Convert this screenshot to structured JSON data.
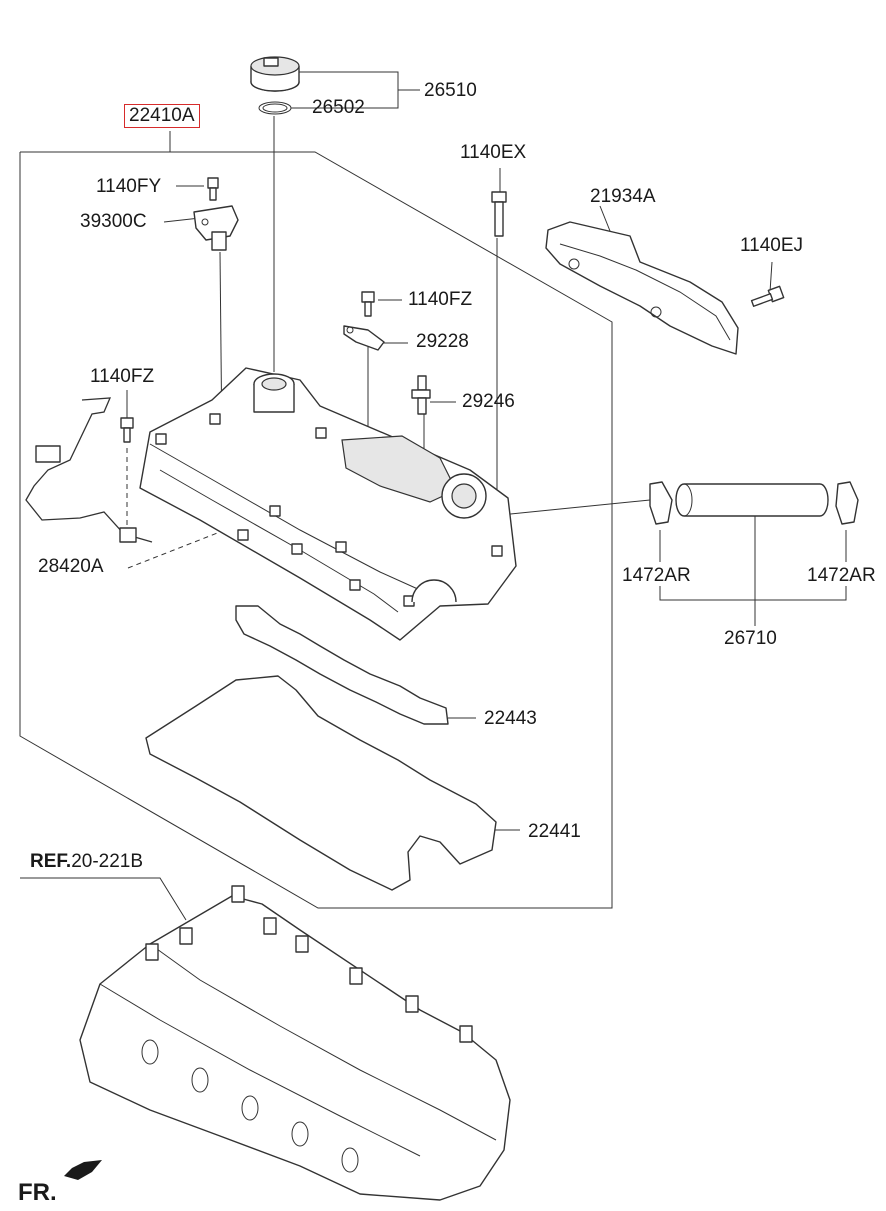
{
  "highlight_color": "#d62b2b",
  "labels": {
    "assembly": "22410A",
    "cap": "26510",
    "cap_seal": "26502",
    "bolt_1140EX": "1140EX",
    "bolt_1140FY": "1140FY",
    "sensor": "39300C",
    "heat_shield": "21934A",
    "bolt_1140EJ": "1140EJ",
    "bolt_1140FZ_top": "1140FZ",
    "bracket": "29228",
    "stud": "29246",
    "bolt_1140FZ_left": "1140FZ",
    "harness": "28420A",
    "clamp_left": "1472AR",
    "clamp_right": "1472AR",
    "hose": "26710",
    "gasket_inner": "22443",
    "gasket_outer": "22441",
    "ref_prefix": "REF.",
    "ref_code": "20-221B",
    "front": "FR."
  },
  "icons": {
    "front_direction": "front-arrow-icon"
  }
}
